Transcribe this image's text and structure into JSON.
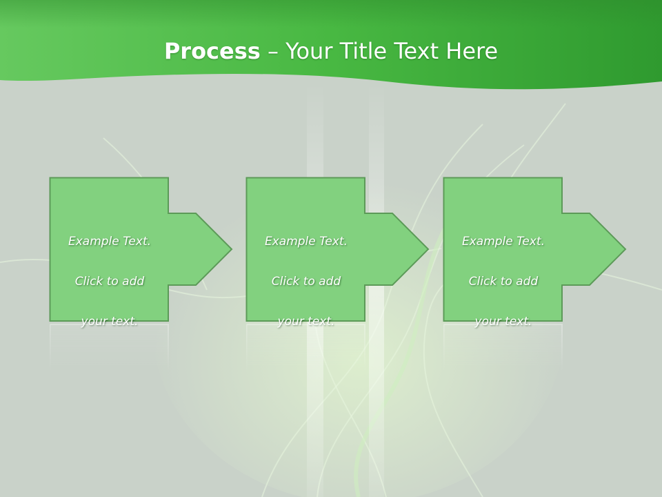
{
  "slide": {
    "title_bold": "Process",
    "title_separator": " – ",
    "title_rest": "Your Title Text Here"
  },
  "colors": {
    "header_green": "#3fb53a",
    "box_fill": "#82d17f",
    "box_border": "#5c9a58",
    "background": "#c8d2c8"
  },
  "steps": [
    {
      "line1": "Example Text.",
      "line2": "Click  to add",
      "line3": "your text."
    },
    {
      "line1": "Example Text.",
      "line2": "Click  to add",
      "line3": "your text."
    },
    {
      "line1": "Example Text.",
      "line2": "Click  to add",
      "line3": "your text."
    }
  ]
}
